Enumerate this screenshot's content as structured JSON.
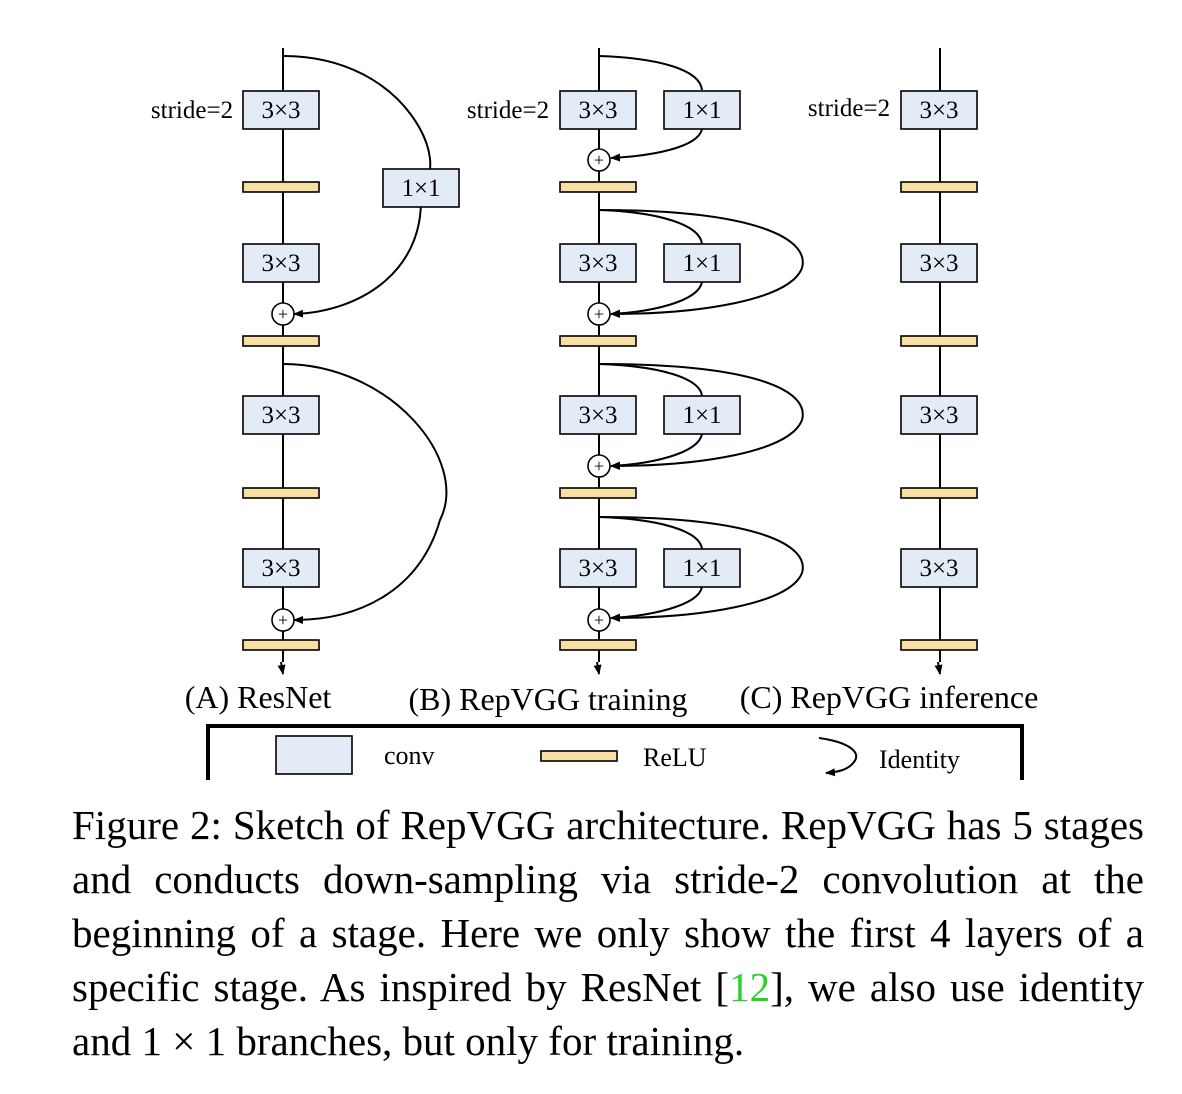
{
  "labels": {
    "stride": "stride=2",
    "conv3": "3×3",
    "conv1": "1×1",
    "plus": "+"
  },
  "columns": {
    "resnet": "(A) ResNet",
    "train": "(B) RepVGG training",
    "infer": "(C) RepVGG inference"
  },
  "legend": {
    "conv": "conv",
    "relu": "ReLU",
    "identity": "Identity"
  },
  "colors": {
    "conv_fill": "#e2ebf6",
    "relu_fill": "#f8dfa3",
    "cite": "#2bd12b"
  },
  "caption": {
    "lead": "Figure 2:  Sketch of RepVGG architecture.  RepVGG has 5 stages and conducts down-sampling via stride-2 convolution at the beginning of a stage. Here we only show the first 4 layers of a specific stage. As inspired by ResNet [",
    "cite": "12",
    "tail": "], we also use identity and 1 × 1 branches, but only for training."
  }
}
